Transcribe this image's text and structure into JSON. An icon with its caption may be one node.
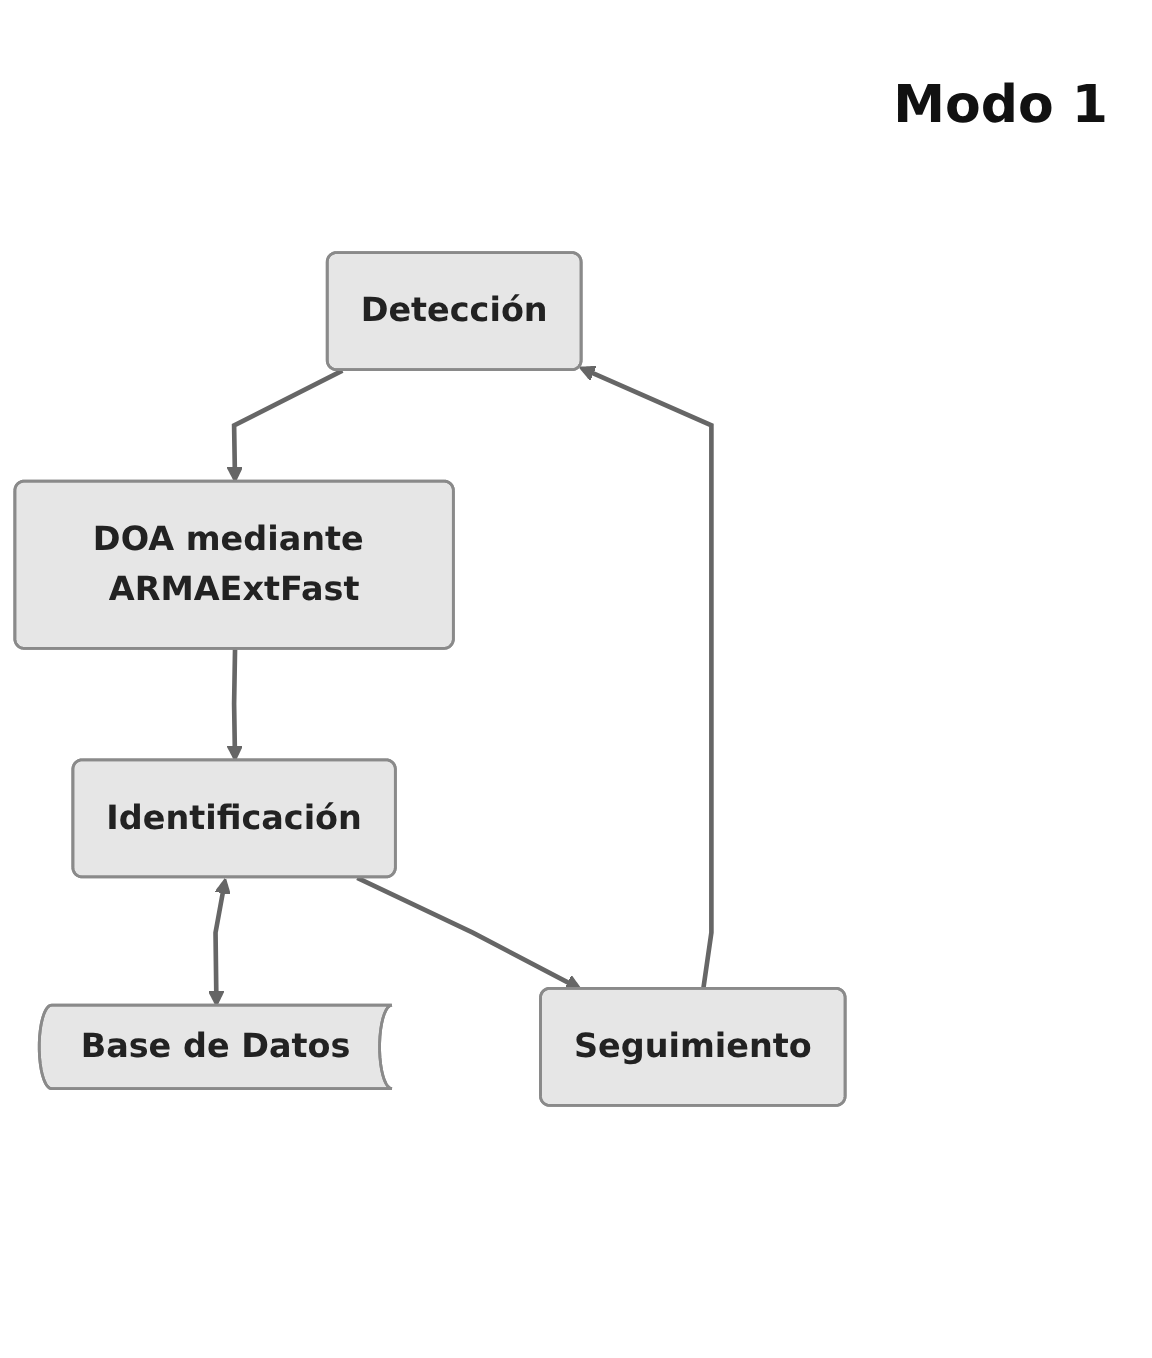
{
  "diagram": {
    "title": "Modo 1",
    "nodes": [
      {
        "text": [
          "Detección"
        ]
      },
      {
        "text": [
          "DOA mediante ARMAExtFast"
        ]
      },
      {
        "text": [
          "Identificación"
        ]
      },
      {
        "text": [
          "Base de Datos"
        ]
      },
      {
        "text": [
          "Seguimiento"
        ]
      }
    ],
    "edges": [
      {
        "from": 0,
        "to": 1,
        "arrow": "to"
      },
      {
        "from": 1,
        "to": 2,
        "arrow": "to"
      },
      {
        "from": 2,
        "to": 3,
        "arrow": "both"
      },
      {
        "from": 2,
        "to": 4,
        "arrow": "to"
      },
      {
        "from": 4,
        "to": 0,
        "arrow": "to"
      }
    ]
  }
}
